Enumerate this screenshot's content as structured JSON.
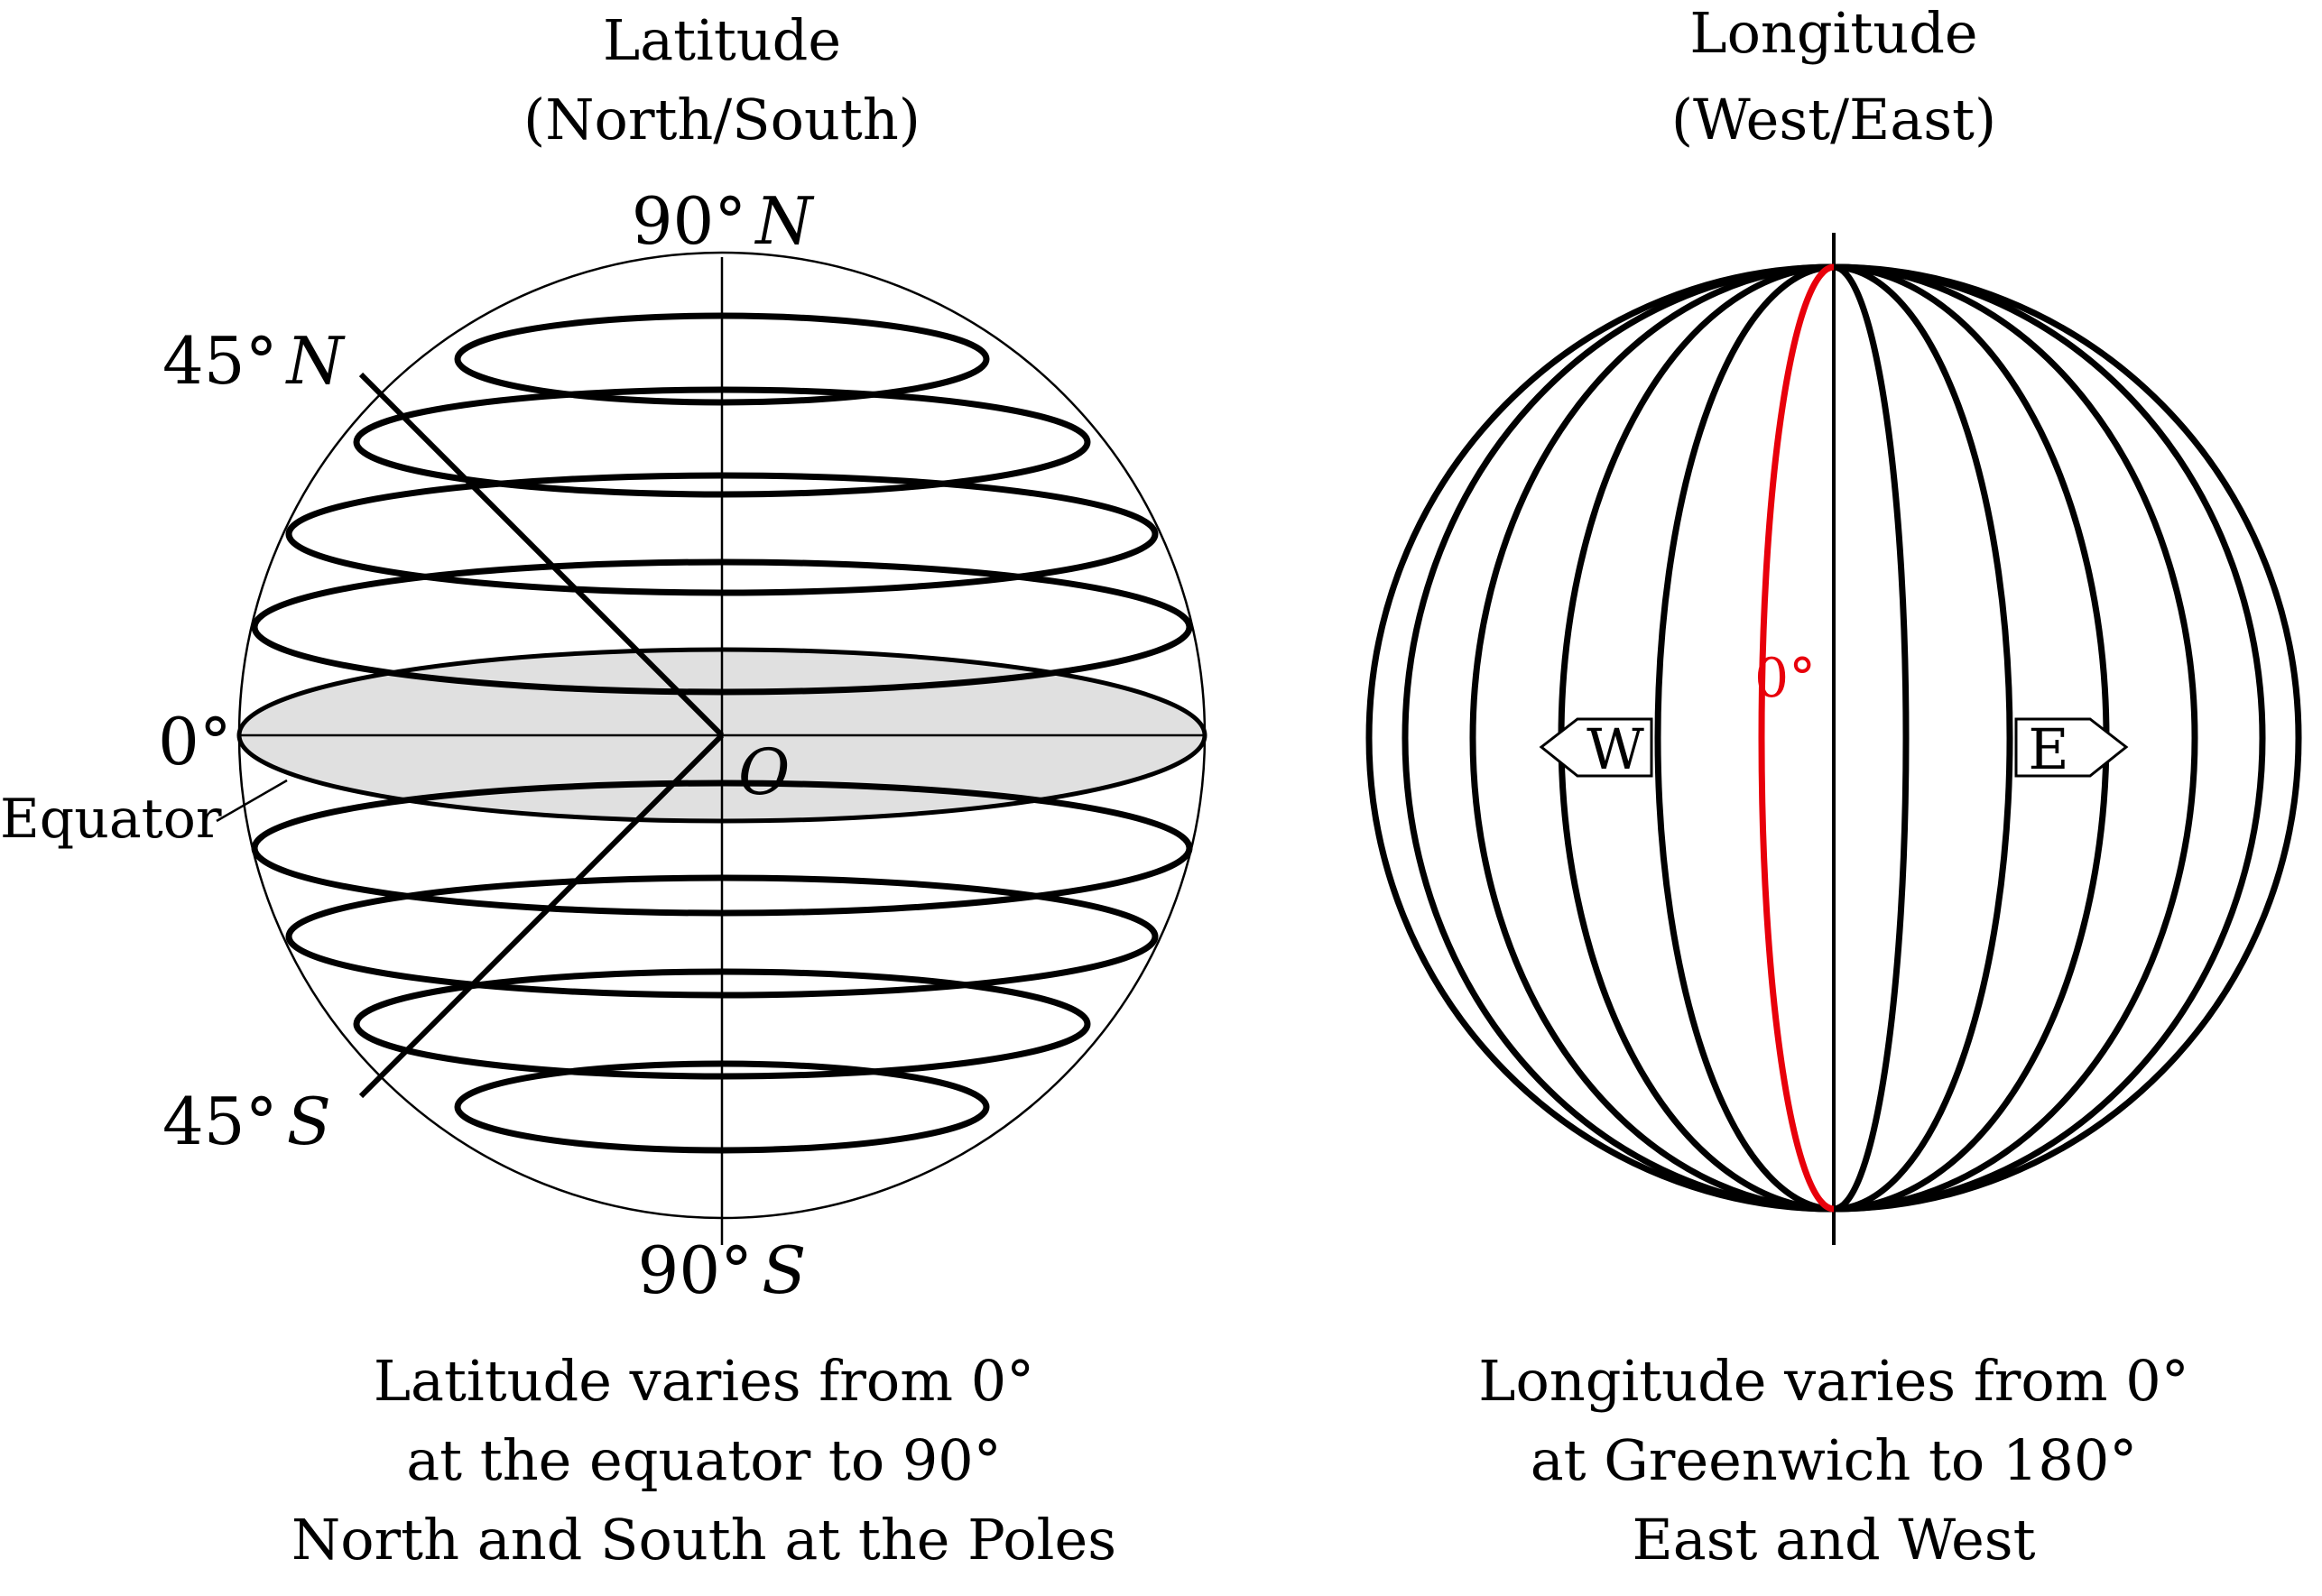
{
  "latitude": {
    "title": "Latitude",
    "subtitle": "(North/South)",
    "north_pole_label": {
      "deg": "90°",
      "letter": "N"
    },
    "south_pole_label": {
      "deg": "90°",
      "letter": "S"
    },
    "north45_label": {
      "deg": "45°",
      "letter": "N"
    },
    "south45_label": {
      "deg": "45°",
      "letter": "S"
    },
    "zero_label": "0°",
    "equator_label": "Equator",
    "origin_label": "O",
    "caption": [
      "Latitude varies from 0°",
      "at the equator to 90°",
      "North and South at the Poles"
    ]
  },
  "longitude": {
    "title": "Longitude",
    "subtitle": "(West/East)",
    "prime_meridian_label": "0°",
    "west_label": "W",
    "east_label": "E",
    "caption": [
      "Longitude varies from 0°",
      "at Greenwich to 180°",
      "East and West"
    ]
  },
  "colors": {
    "stroke": "#000000",
    "prime_meridian": "#e8000b",
    "equator_fill": "#e0e0e0",
    "background": "#ffffff"
  }
}
